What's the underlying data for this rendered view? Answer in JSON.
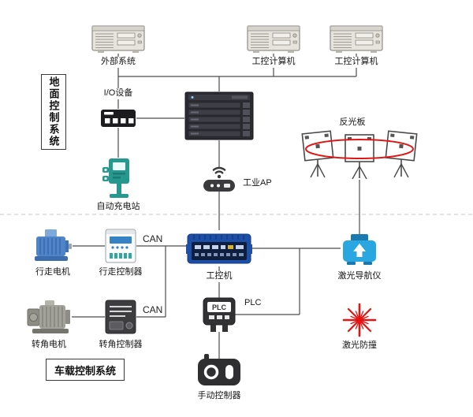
{
  "colors": {
    "line": "#4c4c4c",
    "separator": "#c6c6c6",
    "charger_teal": "#27988e",
    "industrial_pc_blue": "#1d4fa8",
    "laser_nav_blue": "#2aa7e0",
    "motor_blue": "#4f85c8",
    "laser_red": "#e41414",
    "reflector_highlight_red": "#e01818"
  },
  "groups": {
    "ground": {
      "label": "地面控制系统"
    },
    "vehicle": {
      "label": "车载控制系统"
    }
  },
  "nodes": {
    "external_system": {
      "label": "外部系统"
    },
    "ipc_computer_1": {
      "label": "工控计算机"
    },
    "ipc_computer_2": {
      "label": "工控计算机"
    },
    "io_device": {
      "label": "I/O设备"
    },
    "charging_station": {
      "label": "自动充电站"
    },
    "industrial_ap": {
      "label": "工业AP"
    },
    "reflector": {
      "label": "反光板"
    },
    "travel_motor": {
      "label": "行走电机"
    },
    "travel_controller": {
      "label": "行走控制器"
    },
    "industrial_pc": {
      "label": "工控机"
    },
    "laser_navigator": {
      "label": "激光导航仪"
    },
    "angle_motor": {
      "label": "转角电机"
    },
    "angle_controller": {
      "label": "转角控制器"
    },
    "plc": {
      "label": "PLC",
      "screen": "PLC"
    },
    "laser_anticollision": {
      "label": "激光防撞"
    },
    "manual_controller": {
      "label": "手动控制器"
    }
  },
  "edges": {
    "can_upper": "CAN",
    "can_lower": "CAN"
  }
}
